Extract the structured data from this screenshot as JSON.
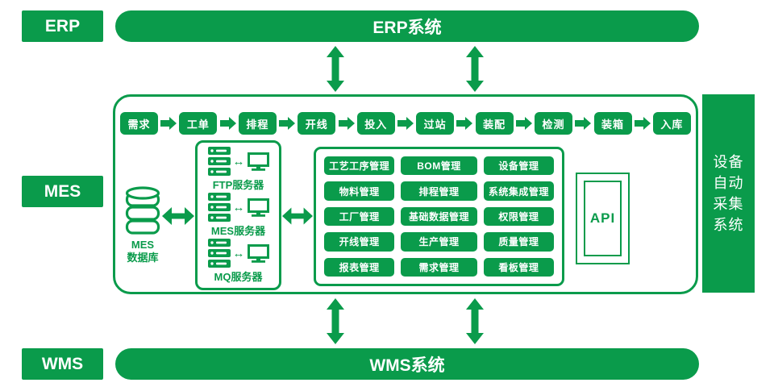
{
  "colors": {
    "green": "#0a9b4b",
    "white": "#ffffff"
  },
  "layers": {
    "erp": {
      "label": "ERP",
      "bar_title": "ERP系统"
    },
    "mes": {
      "label": "MES"
    },
    "wms": {
      "label": "WMS",
      "bar_title": "WMS系统"
    }
  },
  "mes": {
    "flow": [
      "需求",
      "工单",
      "排程",
      "开线",
      "投入",
      "过站",
      "装配",
      "检测",
      "装箱",
      "入库"
    ],
    "database": {
      "label": "MES\n数据库"
    },
    "servers": [
      "FTP服务器",
      "MES服务器",
      "MQ服务器"
    ],
    "modules": [
      "工艺工序管理",
      "BOM管理",
      "设备管理",
      "物料管理",
      "排程管理",
      "系统集成管理",
      "工厂管理",
      "基础数据管理",
      "权限管理",
      "开线管理",
      "生产管理",
      "质量管理",
      "报表管理",
      "需求管理",
      "看板管理"
    ],
    "api": {
      "label": "API"
    }
  },
  "right_bar": {
    "label": "设备\n自动\n采集\n系统"
  }
}
